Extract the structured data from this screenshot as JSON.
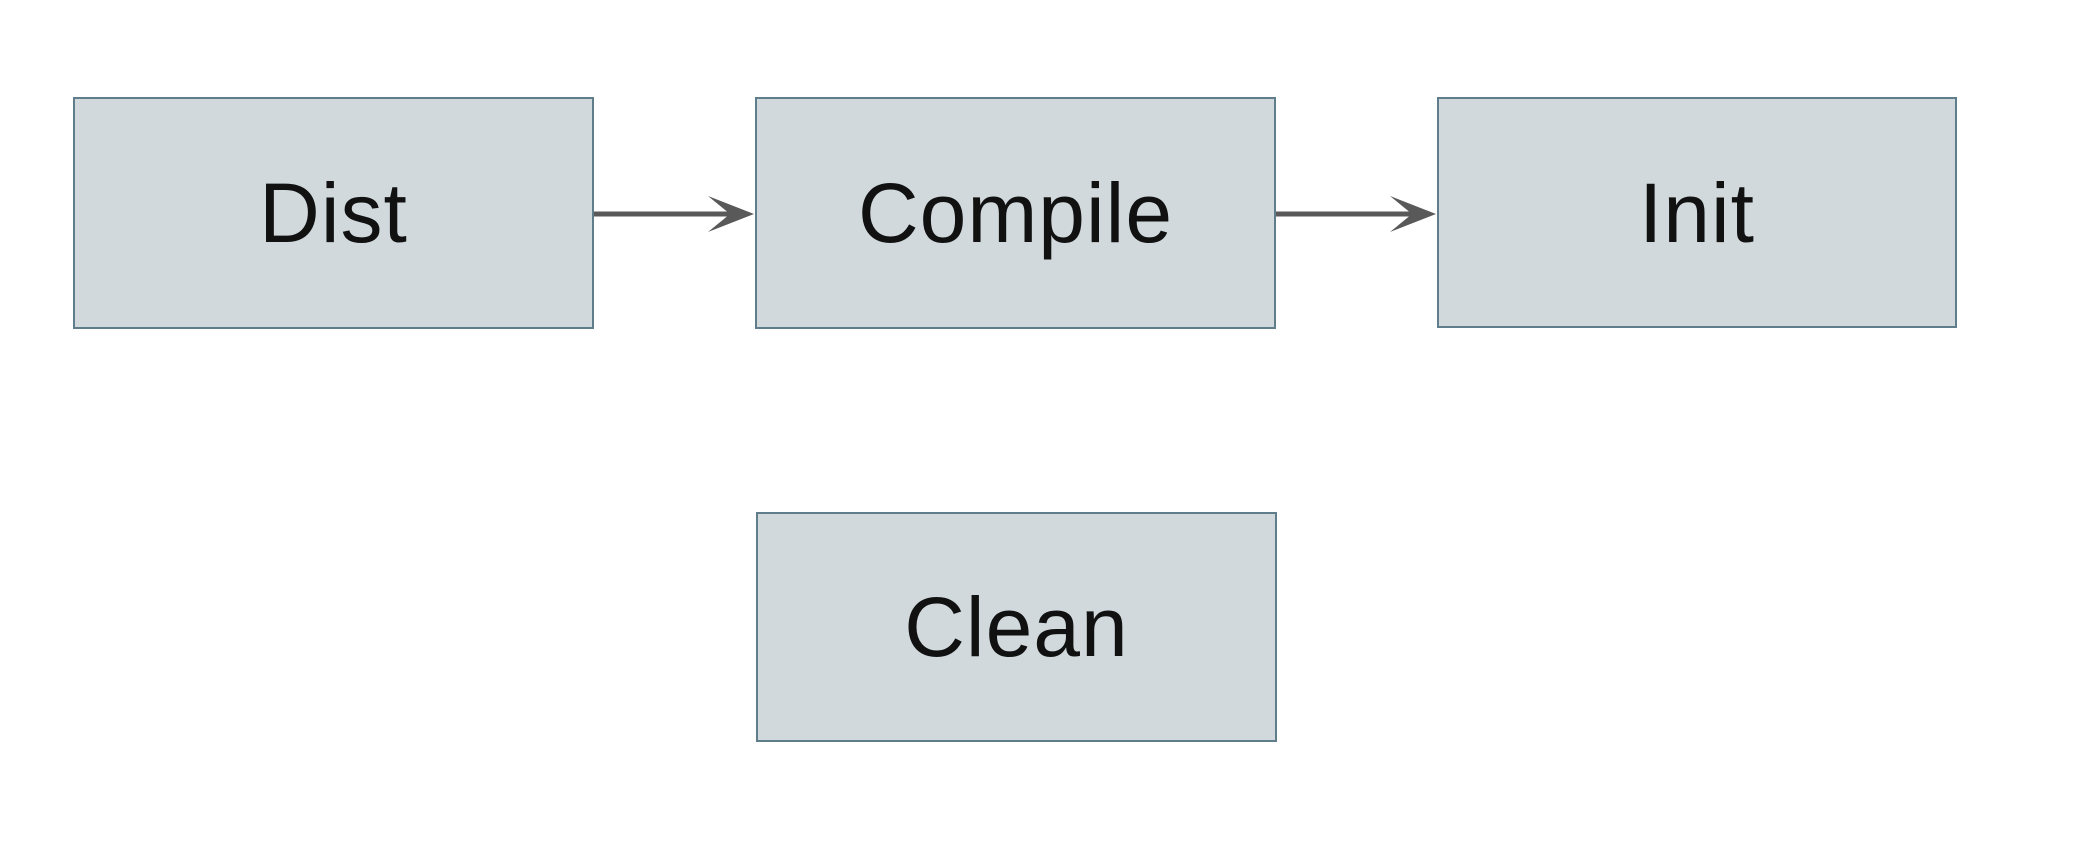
{
  "colors": {
    "background": "#ffffff",
    "node-fill": "#d1d9dc",
    "node-border": "#5f7d8b",
    "arrow": "#595959",
    "text": "#111111"
  },
  "nodes": [
    {
      "id": "dist",
      "label": "Dist"
    },
    {
      "id": "compile",
      "label": "Compile"
    },
    {
      "id": "init",
      "label": "Init"
    },
    {
      "id": "clean",
      "label": "Clean"
    }
  ],
  "edges": [
    {
      "from": "Dist",
      "to": "Compile",
      "direction": "right"
    },
    {
      "from": "Compile",
      "to": "Init",
      "direction": "right"
    }
  ]
}
